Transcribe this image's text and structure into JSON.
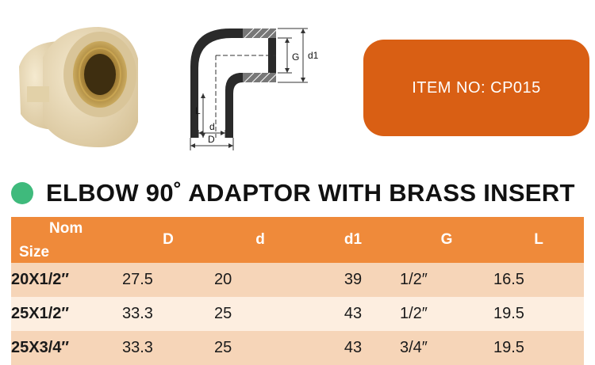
{
  "badge": {
    "item_no": "ITEM  NO: CP015"
  },
  "title": "ELBOW 90˚ ADAPTOR WITH BRASS INSERT",
  "drawing_labels": {
    "G": "G",
    "d1": "d1",
    "L": "L",
    "d": "d",
    "D": "D"
  },
  "table": {
    "headers": {
      "nom": "Nom",
      "size": "Size",
      "D": "D",
      "d": "d",
      "d1": "d1",
      "G": "G",
      "L": "L"
    },
    "rows": [
      {
        "size": "20X1/2″",
        "D": "27.5",
        "d": "20",
        "d1": "39",
        "G": "1/2″",
        "L": "16.5"
      },
      {
        "size": "25X1/2″",
        "D": "33.3",
        "d": "25",
        "d1": "43",
        "G": "1/2″",
        "L": "19.5"
      },
      {
        "size": "25X3/4″",
        "D": "33.3",
        "d": "25",
        "d1": "43",
        "G": "3/4″",
        "L": "19.5"
      }
    ]
  },
  "colors": {
    "badge": "#d95f14",
    "header": "#ef8a3a",
    "row_dark": "#f6d5b8",
    "row_light": "#fdeee0",
    "bullet": "#3fba7c",
    "fitting": "#ecdcb6",
    "brass": "#b08a3a"
  }
}
